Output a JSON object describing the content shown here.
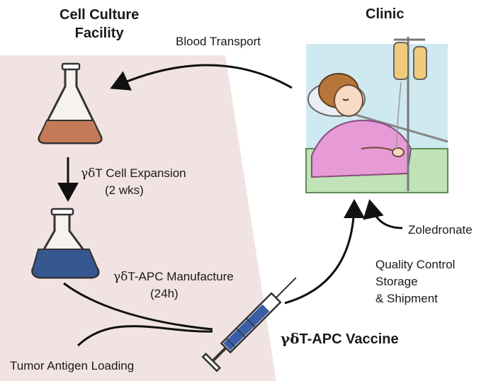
{
  "headings": {
    "facility": [
      "Cell Culture",
      "Facility"
    ],
    "clinic": "Clinic"
  },
  "labels": {
    "blood_transport": "Blood Transport",
    "expansion_greek": "γδ",
    "expansion_text": "T Cell Expansion",
    "expansion_duration": "(2 wks)",
    "manufacture_greek": "γδ",
    "manufacture_text": "T-APC Manufacture",
    "manufacture_duration": "(24h)",
    "tumor_antigen": "Tumor Antigen Loading",
    "zoledronate": "Zoledronate",
    "qc_lines": [
      "Quality Control",
      "Storage",
      "& Shipment"
    ],
    "vaccine_greek": "γδ",
    "vaccine_text": "T-APC Vaccine"
  },
  "colors": {
    "facility_panel": "#f2e3e3",
    "flask_orange": "#c47a58",
    "flask_blue": "#36578f",
    "clinic_bg": "#cfe9f0",
    "bed_green": "#bfe3b6",
    "gown_pink": "#e69ad6",
    "hair_brown": "#b8753a",
    "iv_bag": "#f0cc7a",
    "syringe_blue": "#3a5fa8"
  },
  "icons": [
    "flask-orange-icon",
    "flask-blue-icon",
    "syringe-icon",
    "patient-bed-icon",
    "iv-bag-icon"
  ]
}
